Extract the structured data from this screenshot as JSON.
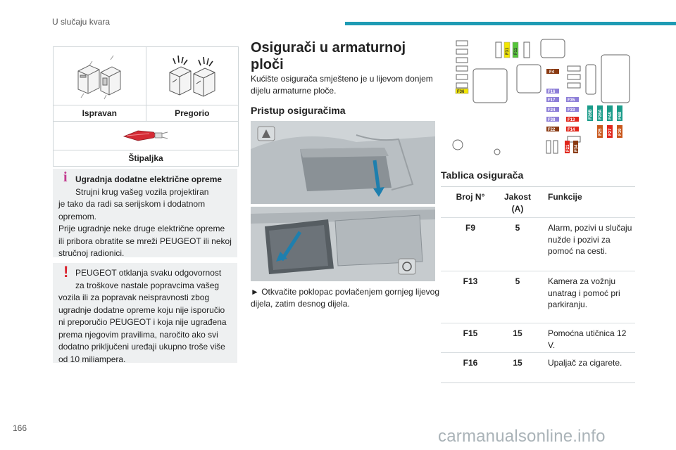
{
  "header": {
    "section": "U slučaju kvara"
  },
  "page_number": "166",
  "watermark": "carmanualsonline.info",
  "fuse_states": {
    "ok_label": "Ispravan",
    "blown_label": "Pregorio",
    "tweezers_label": "Štipaljka"
  },
  "note_info": {
    "title": "Ugradnja dodatne električne opreme",
    "line1": "Strujni krug vašeg vozila projektiran",
    "body": "je tako da radi sa serijskom i dodatnom opremom.",
    "body2": "Prije ugradnje neke druge električne opreme ili pribora obratite se mreži PEUGEOT ili nekoj stručnoj radionici."
  },
  "note_warning": {
    "line1": "PEUGEOT otklanja svaku odgovornost",
    "line2": "za troškove nastale popravcima vašeg",
    "body": "vozila ili za popravak neispravnosti zbog ugradnje dodatne opreme koju nije isporučio ni preporučio PEUGEOT i koja nije ugrađena prema njegovim pravilima, naročito ako svi dodatno priključeni uređaji ukupno troše više od 10 miliampera."
  },
  "main": {
    "title": "Osigurači u armaturnoj ploči",
    "intro": "Kućište osigurača smješteno je u lijevom donjem dijelu armaturne ploče.",
    "access_heading": "Pristup osiguračima",
    "step": "► Otkvačite poklopac povlačenjem gornjeg lijevog dijela, zatim desnog dijela."
  },
  "diagram_labels": {
    "f31": "F31",
    "f11": "F11",
    "f36": "F36",
    "f4": "F4",
    "f16": "F16",
    "f35": "F35",
    "f17": "F17",
    "f33": "F33",
    "f24": "F24",
    "f13": "F13",
    "f38": "F38",
    "f14": "F14",
    "f22": "F22",
    "f21": "F21",
    "f34": "F34",
    "f26b": "F26B",
    "f26a": "F26A",
    "f4a": "F4A",
    "f6b": "F6B",
    "f25": "F25",
    "f27": "F27",
    "f19": "F19",
    "colors": {
      "yellow": "#f2e600",
      "green": "#55c43a",
      "brown": "#8a3a12",
      "purple": "#8e7fd8",
      "red": "#e0261b",
      "teal": "#1b9c8a",
      "orange": "#c9571c"
    }
  },
  "fuse_table": {
    "heading": "Tablica osigurača",
    "headers": {
      "num": "Broj N°",
      "amp": "Jakost (A)",
      "func": "Funkcije"
    },
    "rows": [
      {
        "num": "F9",
        "amp": "5",
        "func": "Alarm, pozivi u slučaju nužde i pozivi za pomoć na cesti."
      },
      {
        "num": "F13",
        "amp": "5",
        "func": "Kamera za vožnju unatrag i pomoć pri parkiranju."
      },
      {
        "num": "F15",
        "amp": "15",
        "func": "Pomoćna utičnica 12 V."
      },
      {
        "num": "F16",
        "amp": "15",
        "func": "Upaljač za cigarete."
      }
    ]
  }
}
